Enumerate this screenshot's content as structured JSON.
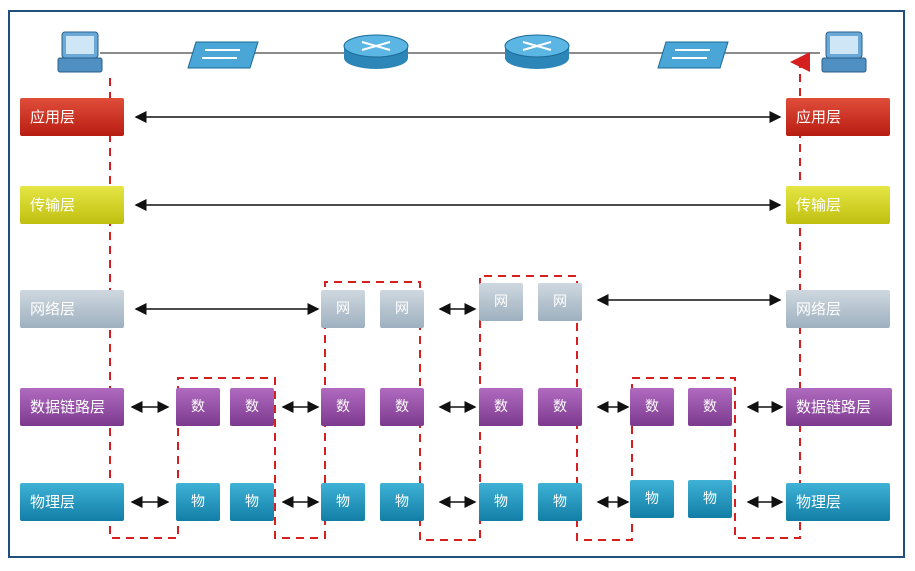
{
  "layers": {
    "application": "应用层",
    "transport": "传输层",
    "network": "网络层",
    "datalink": "数据链路层",
    "physical": "物理层"
  },
  "short": {
    "network": "网",
    "datalink": "数",
    "physical": "物"
  },
  "colors": {
    "application": "#c8281a",
    "transport": "#d4d420",
    "network": "#b4c3cf",
    "datalink": "#8f4aa0",
    "physical": "#1c93bd",
    "path": "#d62020",
    "border": "#1f4f7a"
  },
  "devices": [
    "host-icon",
    "switch-icon",
    "router-icon",
    "router-icon",
    "switch-icon",
    "host-icon"
  ]
}
